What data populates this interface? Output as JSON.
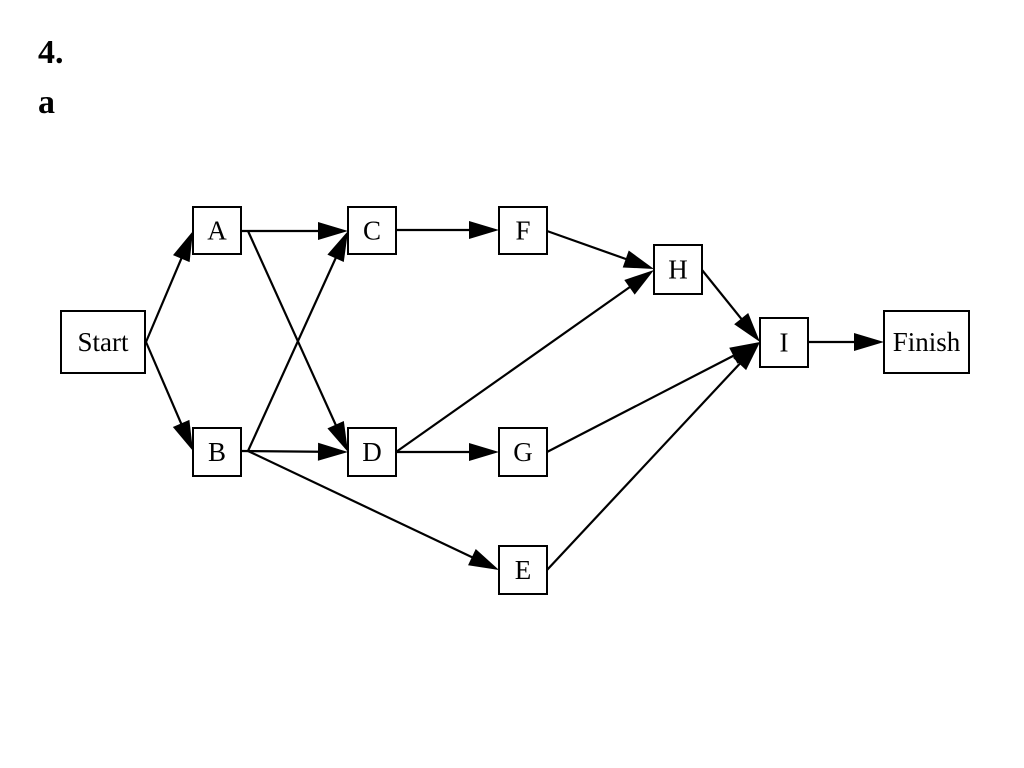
{
  "heading": {
    "number": "4.",
    "part": "a"
  },
  "diagram": {
    "nodes": [
      {
        "id": "start",
        "label": "Start"
      },
      {
        "id": "A",
        "label": "A"
      },
      {
        "id": "B",
        "label": "B"
      },
      {
        "id": "C",
        "label": "C"
      },
      {
        "id": "D",
        "label": "D"
      },
      {
        "id": "E",
        "label": "E"
      },
      {
        "id": "F",
        "label": "F"
      },
      {
        "id": "G",
        "label": "G"
      },
      {
        "id": "H",
        "label": "H"
      },
      {
        "id": "I",
        "label": "I"
      },
      {
        "id": "finish",
        "label": "Finish"
      }
    ],
    "edges": [
      {
        "from": "start",
        "to": "A"
      },
      {
        "from": "start",
        "to": "B"
      },
      {
        "from": "A",
        "to": "C"
      },
      {
        "from": "A",
        "to": "D"
      },
      {
        "from": "B",
        "to": "C"
      },
      {
        "from": "B",
        "to": "D"
      },
      {
        "from": "B",
        "to": "E"
      },
      {
        "from": "C",
        "to": "F"
      },
      {
        "from": "D",
        "to": "G"
      },
      {
        "from": "D",
        "to": "H"
      },
      {
        "from": "F",
        "to": "H"
      },
      {
        "from": "G",
        "to": "I"
      },
      {
        "from": "E",
        "to": "I"
      },
      {
        "from": "H",
        "to": "I"
      },
      {
        "from": "I",
        "to": "finish"
      }
    ],
    "colors": {
      "stroke": "#000000",
      "fill": "#ffffff"
    }
  }
}
